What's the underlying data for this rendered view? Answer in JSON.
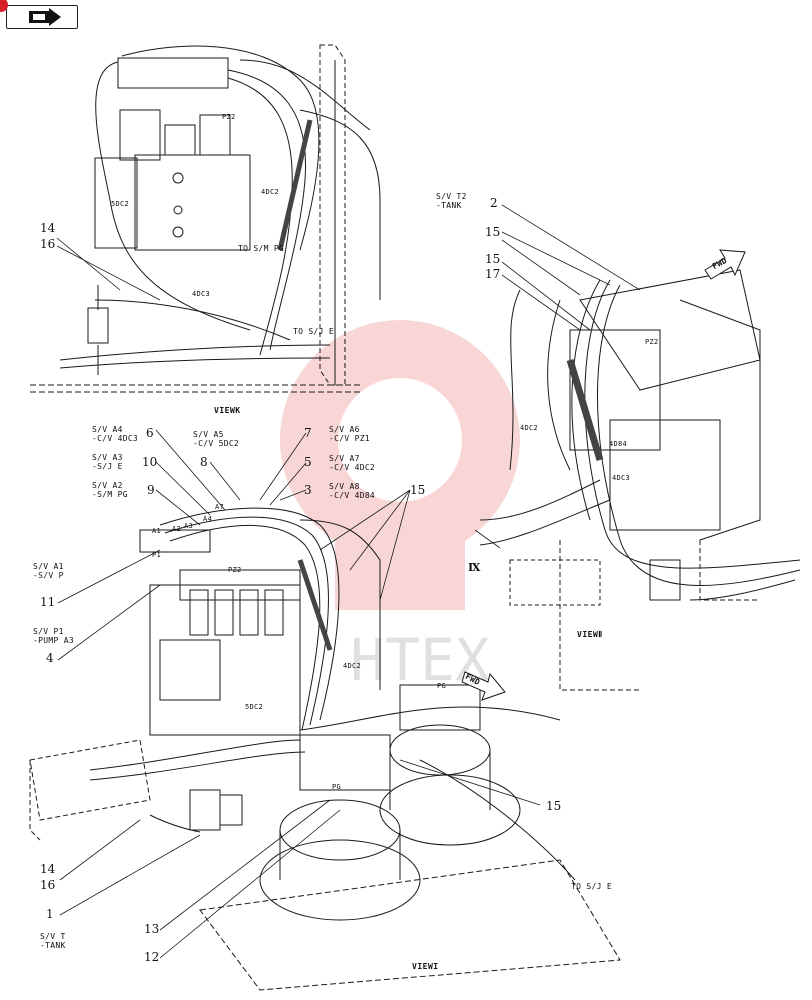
{
  "colors": {
    "line": "#1a1a1a",
    "watermark": "#e04a4a",
    "highlight": "#d8202a"
  },
  "watermark": {
    "text": "HTEX"
  },
  "nav": {
    "icon": "back-arrow-icon"
  },
  "views": {
    "view_k": "VIEWK",
    "view_i": "VIEWI",
    "view_ii": "VIEWⅡ",
    "ix": "Ⅸ"
  },
  "labels": {
    "sv_t2": "S/V T2\n-TANK",
    "sv_a4": "S/V A4\n-C/V 4DC3",
    "sv_a5": "S/V A5\n-C/V 5DC2",
    "sv_a6": "S/V A6\n-C/V PZ1",
    "sv_a3": "S/V A3\n-S/J E",
    "sv_a7": "S/V A7\n-C/V 4DC2",
    "sv_a2": "S/V A2\n-S/M PG",
    "sv_a8": "S/V A8\n-C/V 4D84",
    "sv_a1": "S/V A1\n-S/V P",
    "sv_p1": "S/V P1\n-PUMP A3",
    "sv_t": "S/V T\n-TANK",
    "to_sm_pg": "TO S/M PG",
    "to_sj_e_top": "TO S/J E",
    "to_sj_e_bottom": "TO S/J E",
    "fwd_top": "FWD",
    "fwd_bottom": "FWD",
    "pz2_a": "PZ2",
    "pz2_b": "PZ2",
    "pz2_c": "PZ2",
    "sdc2_a": "5DC2",
    "sdc2_b": "5DC2",
    "dc2_a": "4DC2",
    "dc2_b": "4DC2",
    "dc2_c": "4DC2",
    "dc3_a": "4DC3",
    "dc3_b": "4DC3",
    "d84": "4D84",
    "pg_a": "PG",
    "pg_b": "PG",
    "a1": "A1",
    "p1": "P1",
    "a2": "A2",
    "a3": "A3",
    "a4": "A4",
    "a7": "A7"
  },
  "callouts": {
    "top_14": "14",
    "top_16": "16",
    "r_2": "2",
    "r_15a": "15",
    "r_15b": "15",
    "r_17": "17",
    "c_6": "6",
    "c_7": "7",
    "c_10": "10",
    "c_8": "8",
    "c_5": "5",
    "c_9": "9",
    "c_3": "3",
    "c_15": "15",
    "c_11": "11",
    "c_4": "4",
    "b_15": "15",
    "b_14": "14",
    "b_16": "16",
    "b_1": "1",
    "b_13": "13",
    "b_12": "12"
  }
}
